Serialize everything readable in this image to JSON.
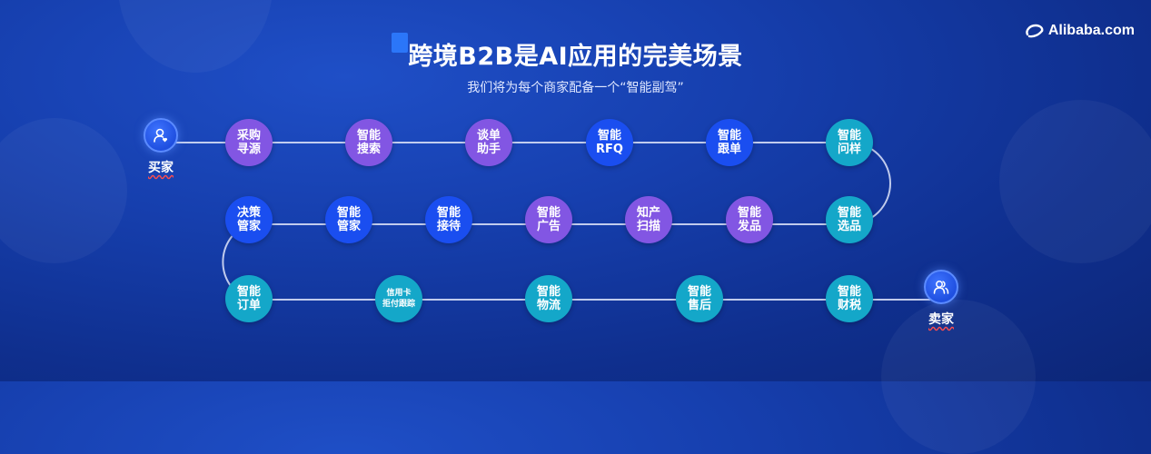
{
  "header": {
    "title": "跨境B2B是AI应用的完美场景",
    "subtitle": "我们将为每个商家配备一个“智能副驾”",
    "logo_text": "Alibaba.com"
  },
  "roles": {
    "buyer": "买家",
    "seller": "卖家"
  },
  "rows": [
    [
      {
        "line1": "采购",
        "line2": "寻源",
        "color": "#8256e3"
      },
      {
        "line1": "智能",
        "line2": "搜索",
        "color": "#8256e3"
      },
      {
        "line1": "谈单",
        "line2": "助手",
        "color": "#8256e3"
      },
      {
        "line1": "智能",
        "line2": "RFQ",
        "color": "#1a4ef0"
      },
      {
        "line1": "智能",
        "line2": "跟单",
        "color": "#1a4ef0"
      },
      {
        "line1": "智能",
        "line2": "问样",
        "color": "#14a7c9"
      }
    ],
    [
      {
        "line1": "决策",
        "line2": "管家",
        "color": "#1a4ef0"
      },
      {
        "line1": "智能",
        "line2": "管家",
        "color": "#1a4ef0"
      },
      {
        "line1": "智能",
        "line2": "接待",
        "color": "#1a4ef0"
      },
      {
        "line1": "智能",
        "line2": "广告",
        "color": "#8256e3"
      },
      {
        "line1": "知产",
        "line2": "扫描",
        "color": "#8256e3"
      },
      {
        "line1": "智能",
        "line2": "发品",
        "color": "#8256e3"
      },
      {
        "line1": "智能",
        "line2": "选品",
        "color": "#14a7c9"
      }
    ],
    [
      {
        "line1": "智能",
        "line2": "订单",
        "color": "#14a7c9"
      },
      {
        "line1": "信用卡",
        "line2": "拒付跟踪",
        "color": "#14a7c9"
      },
      {
        "line1": "智能",
        "line2": "物流",
        "color": "#14a7c9"
      },
      {
        "line1": "智能",
        "line2": "售后",
        "color": "#14a7c9"
      },
      {
        "line1": "智能",
        "line2": "财税",
        "color": "#14a7c9"
      }
    ]
  ]
}
